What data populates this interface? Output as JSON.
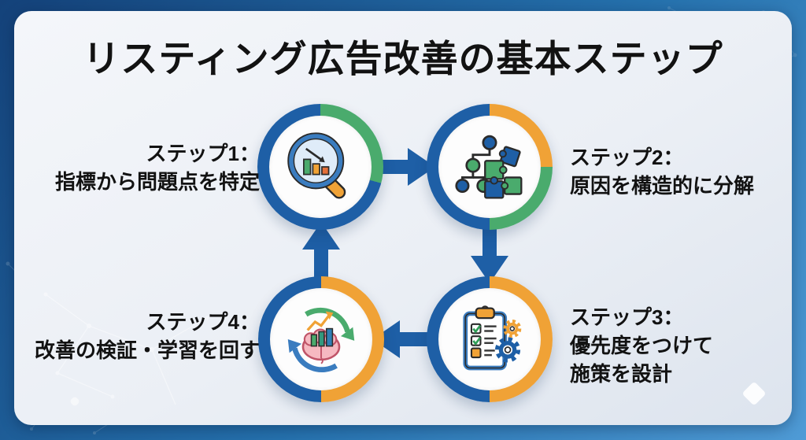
{
  "title": "リスティング広告改善の基本ステップ",
  "steps": [
    {
      "label": "ステップ1：",
      "desc": "指標から問題点を特定",
      "icon": "magnifier-chart-icon",
      "ring": [
        {
          "color": "green",
          "from": 0,
          "to": 105
        },
        {
          "color": "blue",
          "from": 105,
          "to": 360
        }
      ]
    },
    {
      "label": "ステップ2：",
      "desc": "原因を構造的に分解",
      "icon": "tree-puzzle-icon",
      "ring": [
        {
          "color": "orange",
          "from": 0,
          "to": 90
        },
        {
          "color": "green",
          "from": 90,
          "to": 180
        },
        {
          "color": "blue",
          "from": 180,
          "to": 360
        }
      ]
    },
    {
      "label": "ステップ3：",
      "desc": "優先度をつけて\n施策を設計",
      "icon": "checklist-gears-icon",
      "ring": [
        {
          "color": "orange",
          "from": 0,
          "to": 180
        },
        {
          "color": "blue",
          "from": 180,
          "to": 360
        }
      ]
    },
    {
      "label": "ステップ4：",
      "desc": "改善の検証・学習を回す",
      "icon": "brain-cycle-icon",
      "ring": [
        {
          "color": "orange",
          "from": 0,
          "to": 180
        },
        {
          "color": "blue",
          "from": 180,
          "to": 360
        }
      ]
    }
  ],
  "colors": {
    "blue": "#1e5fa6",
    "green": "#4aab6d",
    "orange": "#f0a236",
    "frame_dark": "#14427a",
    "frame_light": "#4f9bd6",
    "panel_light": "#f4f6fa",
    "panel_dark": "#dde4ee",
    "text": "#121212"
  }
}
